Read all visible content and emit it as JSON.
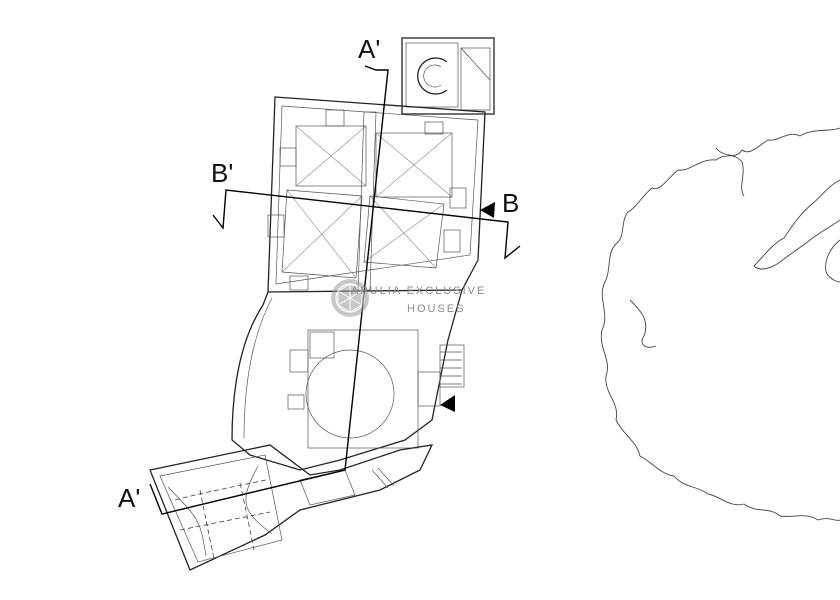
{
  "section_labels": {
    "a_prime_top": "A'",
    "a_prime_bottom": "A'",
    "b_prime": "B'",
    "b": "B"
  },
  "watermark": {
    "line1": "APULIA EXCLUSIVE",
    "line2": "HOUSES"
  },
  "colors": {
    "lines": "#222222",
    "watermark": "#8a8a8a",
    "background": "#ffffff"
  }
}
